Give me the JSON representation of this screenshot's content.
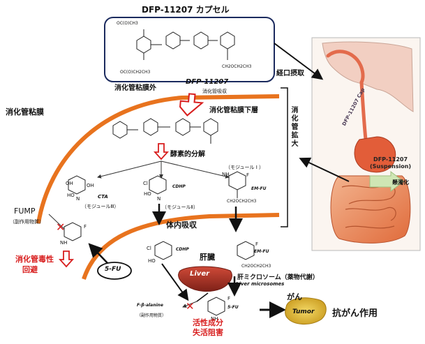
{
  "capsule_title": "DFP-11207 カプセル",
  "cap_mol_labels": {
    "top_left": "OC(O)CH3",
    "bottom_left": "OC(O)CH2CH3",
    "right": "CH2OCH2CH3"
  },
  "route_oral": "経口摂取",
  "expand_label": [
    "消",
    "化",
    "管",
    "拡",
    "大"
  ],
  "mucosa_outer": "消化管粘膜外",
  "drug_name": "DFP-11207",
  "absorb_label": "消化管吸収",
  "mucosa_label": "消化管粘膜",
  "submucosa_label": "消化管粘膜下層",
  "enzyme_label": "酵素的分解",
  "module_I": "（モジュール I ）",
  "module_II": "（モジュールⅡ）",
  "module_III": "（モジュールⅢ）",
  "cta": "CTA",
  "cdhp": "CDHP",
  "em_fu": "EM-FU",
  "em_fu_sub": "CH2OCH2CH3",
  "fump": "FUMP",
  "side_product": "（副作用物質）",
  "gi_tox": [
    "消化管毒性",
    "回避"
  ],
  "body_absorb": "体内吸収",
  "fu_label": "5-FU",
  "liver_label": "肝臓",
  "liver_badge": "Liver",
  "microsome": "肝ミクロソーム（薬物代謝）",
  "microsome_en": "Liver microsomes",
  "fbeta": "F-β-alanine",
  "side_product2": "（副作用物質）",
  "active": [
    "活性成分",
    "失活阻害"
  ],
  "cancer_label": "がん",
  "tumor_label": "Tumor",
  "antitumor": "抗がん作用",
  "anatomy_cap": "DFP-11207 Cap",
  "anatomy_susp": [
    "DFP-11207",
    "(Suspension)"
  ],
  "suspend_label": "懸濁化",
  "chem_atoms": {
    "o": "O",
    "oh": "OH",
    "ho": "HO",
    "nh": "NH",
    "n": "N",
    "f": "F",
    "cl": "Cl"
  },
  "colors": {
    "orange": "#e8731e",
    "red": "#d81e1e",
    "navy": "#1b2a5e",
    "liver": "#b7392c",
    "tumor": "#e4bc2e",
    "arrow_green": "#cfe6b4"
  }
}
